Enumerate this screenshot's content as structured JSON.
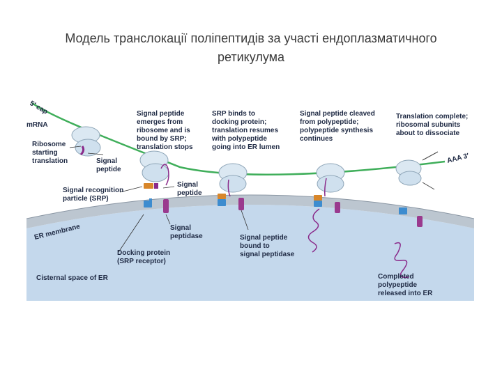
{
  "slide": {
    "title_line1": "Модель транслокації поліпептидів за участі ендоплазматичного",
    "title_line2": "ретикулума"
  },
  "diagram": {
    "mrna_5prime": "5′ cap",
    "mrna": "mRNA",
    "mrna_3prime": "AAA 3′",
    "ribosome_starting": [
      "Ribosome",
      "starting",
      "translation"
    ],
    "signal_peptide_1": [
      "Signal",
      "peptide"
    ],
    "signal_peptide_2": [
      "Signal",
      "peptide"
    ],
    "srp": [
      "Signal recognition",
      "particle (SRP)"
    ],
    "er_membrane": "ER membrane",
    "signal_peptidase": [
      "Signal",
      "peptidase"
    ],
    "docking_protein": [
      "Docking protein",
      "(SRP receptor)"
    ],
    "step1": [
      "Signal peptide",
      "emerges from",
      "ribosome and is",
      "bound by SRP;",
      "translation stops"
    ],
    "step2": [
      "SRP binds to",
      "docking protein;",
      "translation resumes",
      "with polypeptide",
      "going into ER lumen"
    ],
    "step3": [
      "Signal peptide cleaved",
      "from polypeptide;",
      "polypeptide synthesis",
      "continues"
    ],
    "step4": [
      "Translation complete;",
      "ribosomal subunits",
      "about to dissociate"
    ],
    "sp_bound": [
      "Signal peptide",
      "bound to",
      "signal peptidase"
    ],
    "completed": [
      "Completed",
      "polypeptide",
      "released into ER"
    ],
    "cisternal": "Cisternal space of ER"
  },
  "colors": {
    "mrna": "#3fae5a",
    "er_lumen": "#c4d8ec",
    "membrane": "#bcc6d0",
    "ribosome": "#dbe8f2",
    "polypeptide": "#8a2a8a",
    "srp": "#d8862a",
    "docking": "#3d8ccf",
    "peptidase": "#9a3a8e",
    "text": "#1f2a44"
  }
}
